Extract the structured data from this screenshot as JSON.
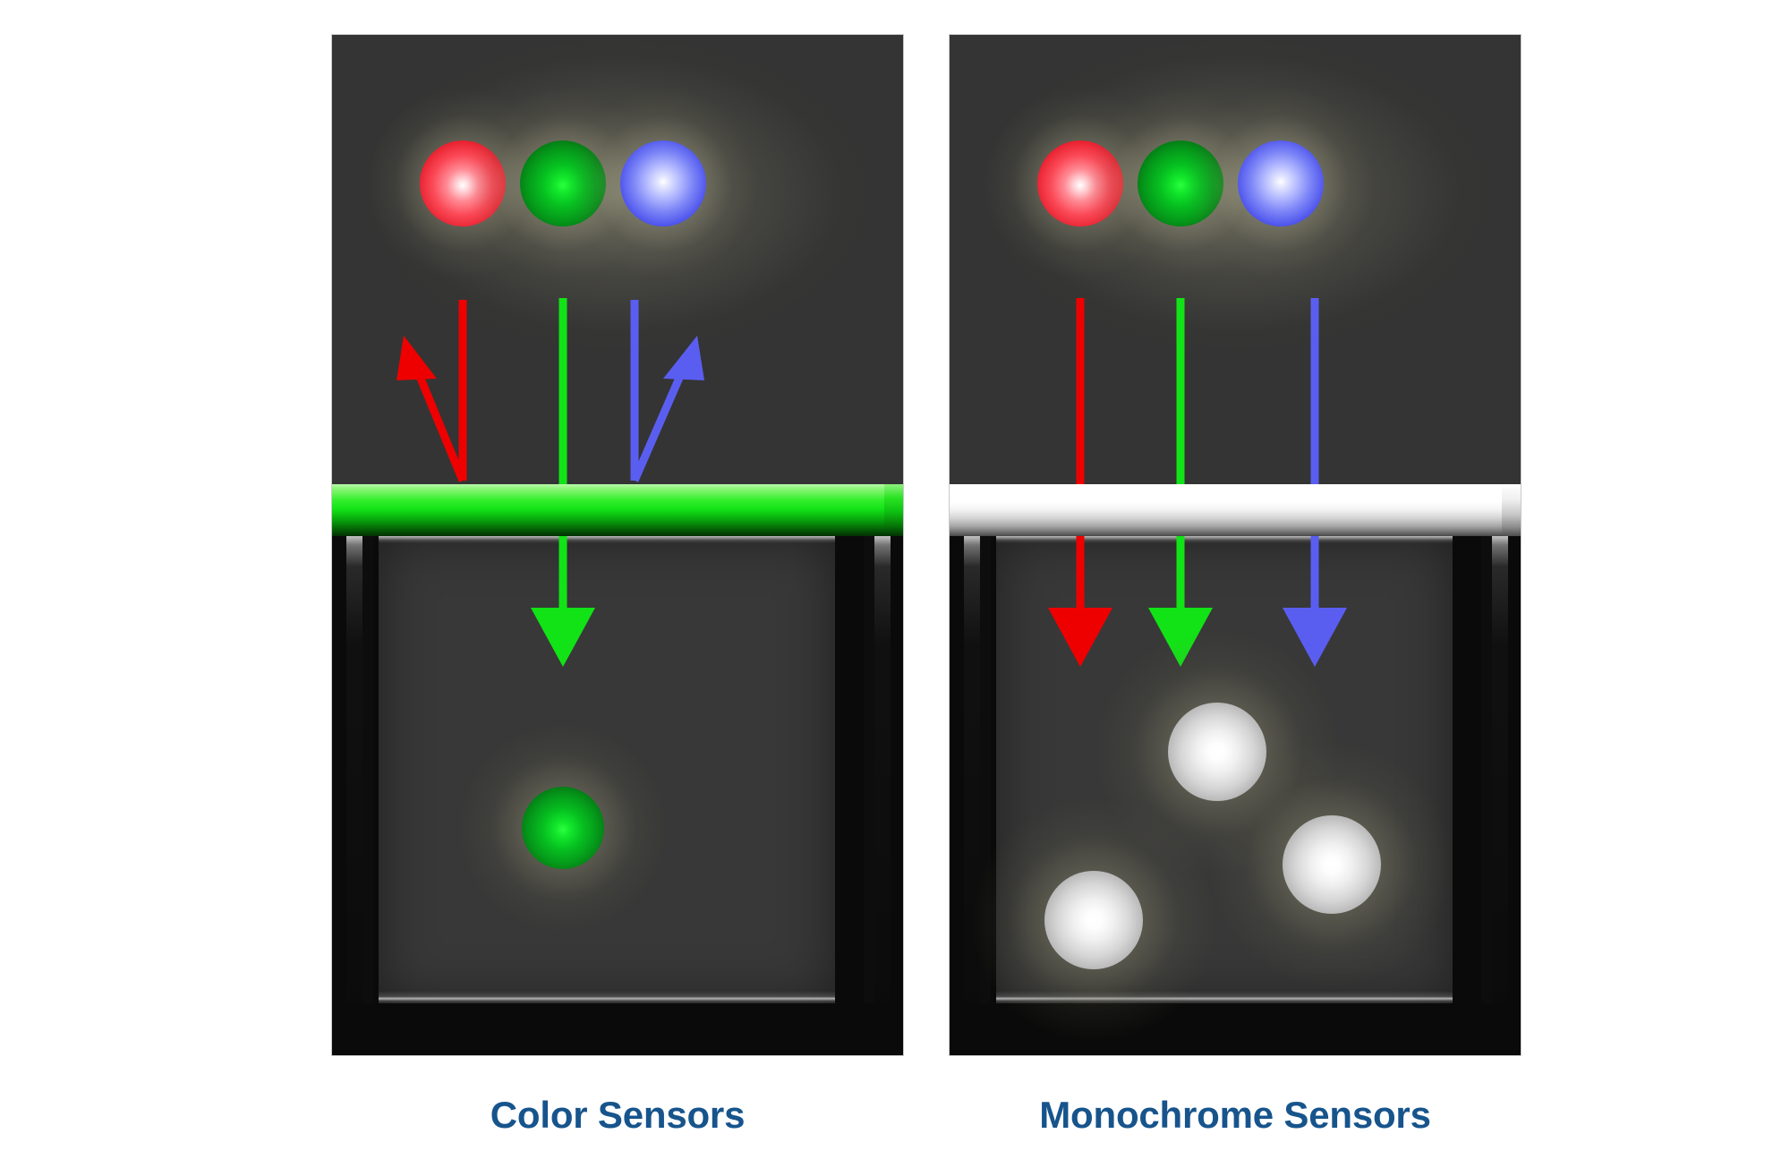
{
  "figure": {
    "background_color": "#ffffff",
    "caption_color": "#17548c"
  },
  "panels": [
    {
      "id": "color-sensors",
      "caption": "Color Sensors",
      "panel_background": "#343434",
      "filter": {
        "name": "green-color-filter",
        "type": "green",
        "top_color": "#87f573",
        "bottom_color": "#023003"
      },
      "emitters": [
        {
          "name": "red-light-source",
          "color_label": "red",
          "color": "#fb4a58"
        },
        {
          "name": "green-light-source",
          "color_label": "green",
          "color": "#06bf20"
        },
        {
          "name": "blue-light-source",
          "color_label": "blue",
          "color": "#4c52ec"
        }
      ],
      "rays": [
        {
          "name": "red-ray",
          "color_label": "red",
          "color": "#ee0000",
          "behavior": "reflected"
        },
        {
          "name": "green-ray",
          "color_label": "green",
          "color": "#12e316",
          "behavior": "transmitted"
        },
        {
          "name": "blue-ray",
          "color_label": "blue",
          "color": "#5a5ef0",
          "behavior": "reflected"
        }
      ],
      "detected_spots": [
        {
          "name": "green-detected-spot",
          "color_label": "green",
          "color": "#0cc41c"
        }
      ],
      "detected_count": 1
    },
    {
      "id": "monochrome-sensors",
      "caption": "Monochrome Sensors",
      "panel_background": "#343434",
      "filter": {
        "name": "clear-white-filter",
        "type": "white",
        "top_color": "#ffffff",
        "bottom_color": "#474747"
      },
      "emitters": [
        {
          "name": "red-light-source",
          "color_label": "red",
          "color": "#fb4a58"
        },
        {
          "name": "green-light-source",
          "color_label": "green",
          "color": "#06bf20"
        },
        {
          "name": "blue-light-source",
          "color_label": "blue",
          "color": "#4c52ec"
        }
      ],
      "rays": [
        {
          "name": "red-ray",
          "color_label": "red",
          "color": "#ee0000",
          "behavior": "transmitted"
        },
        {
          "name": "green-ray",
          "color_label": "green",
          "color": "#12e316",
          "behavior": "transmitted"
        },
        {
          "name": "blue-ray",
          "color_label": "blue",
          "color": "#5a5ef0",
          "behavior": "transmitted"
        }
      ],
      "detected_spots": [
        {
          "name": "white-detected-spot-top",
          "color_label": "white",
          "color": "#ffffff"
        },
        {
          "name": "white-detected-spot-right",
          "color_label": "white",
          "color": "#ffffff"
        },
        {
          "name": "white-detected-spot-left",
          "color_label": "white",
          "color": "#ffffff"
        }
      ],
      "detected_count": 3
    }
  ]
}
